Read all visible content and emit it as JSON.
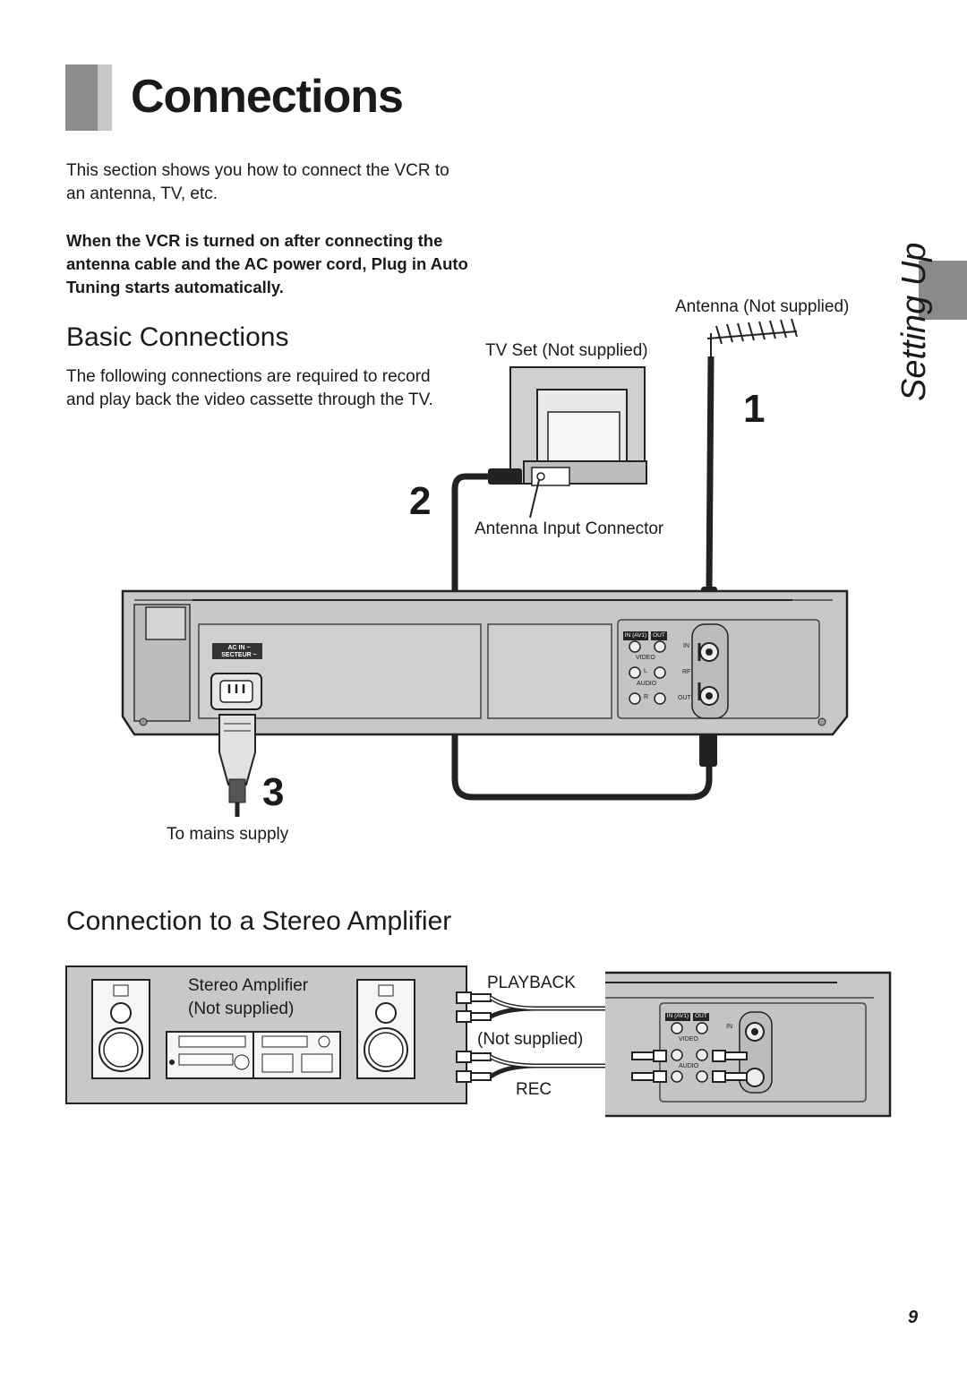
{
  "page": {
    "title": "Connections",
    "intro": "This section shows you how to connect the VCR to an antenna, TV, etc.",
    "note": "When the VCR is turned on after connecting the antenna cable and the AC power cord, Plug in Auto Tuning starts automatically.",
    "side_tab": "Setting Up",
    "page_number": "9"
  },
  "basic": {
    "heading": "Basic Connections",
    "body": "The following connections are required to record and play back the video cassette through the TV.",
    "labels": {
      "antenna": "Antenna (Not supplied)",
      "tv_set": "TV Set (Not supplied)",
      "antenna_input": "Antenna Input Connector",
      "mains": "To mains supply"
    },
    "steps": [
      "1",
      "2",
      "3"
    ],
    "panel": {
      "ac_in": "AC IN ~",
      "secteur": "SECTEUR ~",
      "in_av1": "IN (AV1)",
      "out": "OUT",
      "video": "VIDEO",
      "audio": "AUDIO",
      "l": "L",
      "r": "R",
      "rf": "RF",
      "rf_in": "IN",
      "rf_out": "OUT"
    }
  },
  "stereo": {
    "heading": "Connection to a Stereo Amplifier",
    "amp_label_1": "Stereo Amplifier",
    "amp_label_2": "(Not supplied)",
    "playback": "PLAYBACK",
    "cable": "(Not supplied)",
    "rec": "REC"
  }
}
